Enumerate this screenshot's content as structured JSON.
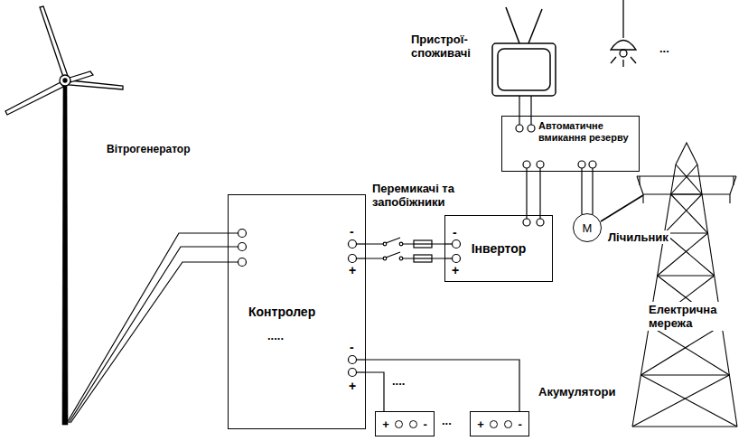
{
  "diagram": {
    "nodes": [
      {
        "text": [
          "Контролер"
        ]
      },
      {
        "text": [
          "Інвертор"
        ]
      },
      {
        "text": [
          "Автоматичне вмикання резерву"
        ]
      },
      {
        "text": [
          "M",
          "Лічильник"
        ]
      },
      {
        "text": [
          "+",
          "-"
        ]
      },
      {
        "text": [
          "+",
          "-"
        ]
      }
    ],
    "edges": [
      {
        "from": 0,
        "to": 1,
        "arrow": "none"
      },
      {
        "from": 0,
        "to": 1,
        "arrow": "none"
      },
      {
        "from": 1,
        "to": 2,
        "arrow": "none"
      },
      {
        "from": 1,
        "to": 2,
        "arrow": "none"
      },
      {
        "from": 2,
        "to": 3,
        "arrow": "none"
      },
      {
        "from": 2,
        "to": 3,
        "arrow": "none"
      },
      {
        "from": 0,
        "to": 4,
        "arrow": "none"
      },
      {
        "from": 0,
        "to": 5,
        "arrow": "none"
      }
    ],
    "labels": [
      "Вітрогенератор",
      "Перемикачі та запобіжники",
      "Пристрої-споживачі",
      "...",
      "Електрична мережа",
      "Акумулятори",
      "...",
      "....",
      ".....",
      "-",
      "+",
      "-",
      "+",
      "-",
      "+"
    ]
  }
}
